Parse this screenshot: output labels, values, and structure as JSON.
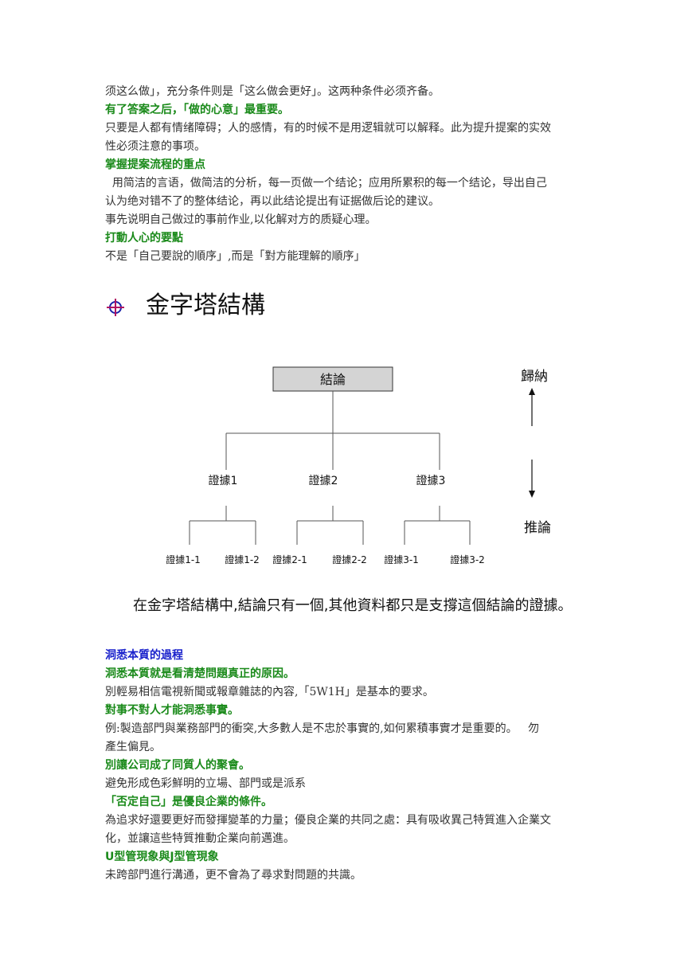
{
  "top_lines": [
    {
      "text": "须这么做」，充分条件则是「这么做会更好」。这两种条件必须齐备。",
      "style": "body"
    },
    {
      "text": "有了答案之后，「做的心意」最重要。",
      "style": "green"
    },
    {
      "text": "只要是人都有情绪障碍；人的感情，有的时候不是用逻辑就可以解释。此为提升提案的实效",
      "style": "body"
    },
    {
      "text": "性必须注意的事项。",
      "style": "body"
    },
    {
      "text": "掌握提案流程的重点",
      "style": "green"
    },
    {
      "text": "  用简洁的言语，做简洁的分析，每一页做一个结论；应用所累积的每一个结论，导出自己",
      "style": "body"
    },
    {
      "text": "认为绝对错不了的整体结论，再以此结论提出有证据做后论的建议。",
      "style": "body"
    },
    {
      "text": "事先说明自己做过的事前作业,以化解对方的质疑心理。",
      "style": "body"
    },
    {
      "text": "打動人心的要點",
      "style": "green"
    },
    {
      "text": "不是「自己要說的順序」,而是「對方能理解的順序」",
      "style": "body"
    }
  ],
  "heading": {
    "icon": "crosshair-icon",
    "icon_color": "#1a22aa",
    "title": "金字塔結構"
  },
  "diagram": {
    "conclusion": "結論",
    "induction": "歸納",
    "deduction": "推論",
    "evidence": [
      "證據1",
      "證據2",
      "證據3"
    ],
    "sub_evidence": [
      "證據1-1",
      "證據1-2",
      "證據2-1",
      "證據2-2",
      "證據3-1",
      "證據3-2"
    ],
    "box_fill": "#d4d4d4"
  },
  "caption": "在金字塔結構中,結論只有一個,其他資料都只是支撐這個結論的證據。",
  "bottom_lines": [
    {
      "text": "洞悉本質的過程",
      "style": "blue"
    },
    {
      "text": "洞悉本質就是看清楚問題真正的原因。",
      "style": "green"
    },
    {
      "text": "別輕易相信電視新聞或報章雜誌的內容,「5W1H」是基本的要求。",
      "style": "body"
    },
    {
      "text": "對事不對人才能洞悉事實。",
      "style": "green"
    },
    {
      "text": "例:製造部門與業務部門的衝突,大多數人是不忠於事實的,如何累積事實才是重要的。   勿",
      "style": "body"
    },
    {
      "text": "產生偏見。",
      "style": "body"
    },
    {
      "text": "別讓公司成了同質人的聚會。",
      "style": "green"
    },
    {
      "text": "避免形成色彩鮮明的立場、部門或是派系",
      "style": "body"
    },
    {
      "text": "「否定自己」是優良企業的條件。",
      "style": "green"
    },
    {
      "text": "為追求好還要更好而發揮變革的力量；優良企業的共同之處：具有吸收異己特質進入企業文",
      "style": "body"
    },
    {
      "text": "化，並讓這些特質推動企業向前邁進。",
      "style": "body"
    },
    {
      "text": "U型管現象與J型管現象",
      "style": "green"
    },
    {
      "text": "未跨部門進行溝通，更不會為了尋求對問題的共識。",
      "style": "body"
    }
  ]
}
